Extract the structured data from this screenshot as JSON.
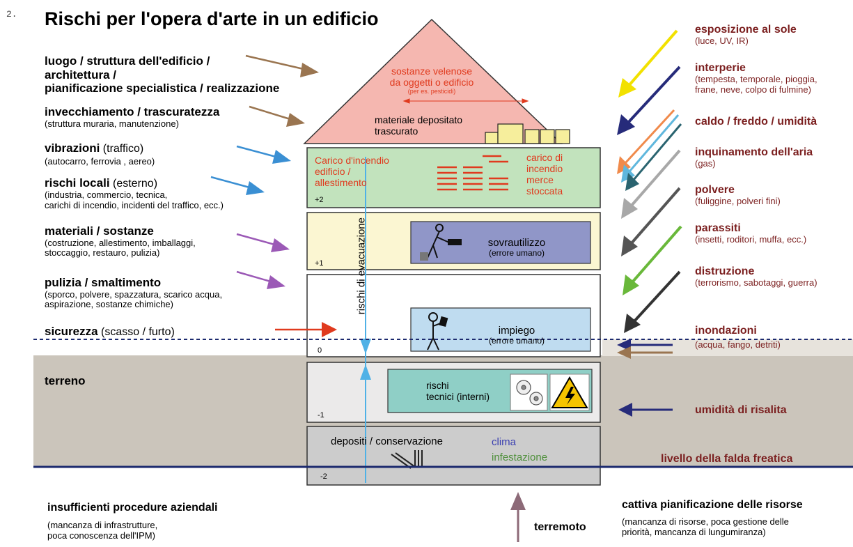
{
  "figure_number": "2.",
  "title": "Rischi per l'opera d'arte in un edificio",
  "left_labels": [
    {
      "head": "luogo / struttura dell'edificio /",
      "lines": [
        "architettura /",
        "pianificazione specialistica / realizzazione"
      ],
      "sub": []
    },
    {
      "head": "invecchiamento / trascuratezza",
      "lines": [],
      "sub": [
        "(struttura muraria, manutenzione)"
      ]
    },
    {
      "head": "vibrazioni",
      "head_rest": " (traffico)",
      "lines": [],
      "sub": [
        "(autocarro, ferrovia , aereo)"
      ]
    },
    {
      "head": "rischi locali",
      "head_rest": " (esterno)",
      "lines": [],
      "sub": [
        "(industria, commercio, tecnica,",
        "carichi di incendio, incidenti del traffico, ecc.)"
      ]
    },
    {
      "head": "materiali / sostanze",
      "lines": [],
      "sub": [
        "(costruzione, allestimento, imballaggi,",
        "stoccaggio, restauro, pulizia)"
      ]
    },
    {
      "head": "pulizia / smaltimento",
      "lines": [],
      "sub": [
        "(sporco, polvere, spazzatura, scarico acqua,",
        "aspirazione,  sostanze chimiche)"
      ]
    },
    {
      "head": "sicurezza",
      "head_rest": " (scasso / furto)",
      "lines": [],
      "sub": []
    }
  ],
  "right_labels": [
    {
      "head": "esposizione al sole",
      "sub": [
        "(luce, UV, IR)"
      ]
    },
    {
      "head": "interperie",
      "sub": [
        "(tempesta, temporale, pioggia,",
        "frane, neve, colpo di fulmine)"
      ]
    },
    {
      "head": "caldo / freddo / umidità",
      "sub": []
    },
    {
      "head": "inquinamento dell'aria",
      "sub": [
        "(gas)"
      ]
    },
    {
      "head": "polvere",
      "sub": [
        "(fuliggine, polveri fini)"
      ]
    },
    {
      "head": "parassiti",
      "sub": [
        "(insetti, roditori, muffa, ecc.)"
      ]
    },
    {
      "head": "distruzione",
      "sub": [
        "(terrorismo, sabotaggi, guerra)"
      ]
    },
    {
      "head": "inondazioni",
      "sub": [
        "(acqua, fango, detriti)"
      ]
    },
    {
      "head": "umidità di risalita",
      "sub": []
    },
    {
      "head": "livello della falda freatica",
      "sub": []
    }
  ],
  "roof": {
    "toxic": [
      "sostanze velenose",
      "da oggetti o edificio"
    ],
    "toxic_note": "(per es. pesticidi)",
    "deposit": [
      "materiale depositato",
      "trascurato"
    ]
  },
  "floors": {
    "f2": {
      "level": "+2",
      "fire_left": [
        "Carico d'incendio",
        "edificio /",
        "allestimento"
      ],
      "fire_right": [
        "carico di",
        "incendio",
        "merce",
        "stoccata"
      ]
    },
    "f1": {
      "level": "+1",
      "box": [
        "sovrautilizzo",
        "(errore umano)"
      ]
    },
    "f0": {
      "level": "0",
      "box": [
        "impiego",
        "(errore umano)"
      ]
    },
    "fm1": {
      "level": "-1",
      "box": [
        "rischi",
        "tecnici (interni)"
      ]
    },
    "fm2": {
      "level": "-2",
      "storage": "depositi / conservazione",
      "clima": "clima",
      "infest": "infestazione"
    }
  },
  "evacuation": "rischi di evacuazione",
  "ground": "terreno",
  "bottom": {
    "left_head": "insufficienti procedure aziendali",
    "left_sub": [
      "(mancanza di infrastrutture,",
      "poca conoscenza dell'IPM)"
    ],
    "center": "terremoto",
    "right_head": "cattiva pianificazione delle risorse",
    "right_sub": [
      "(mancanza di risorse, poca gestione delle",
      "priorità, mancanza di lungumiranza)"
    ]
  },
  "colors": {
    "roof": "#f5b7b0",
    "floor2": "#c2e3bd",
    "floor1": "#fbf6d2",
    "floor0": "#ffffff",
    "box_blue": "#9096c8",
    "box_light": "#bfdcf0",
    "box_teal": "#8fcfc6",
    "ground": "#cbc5bb",
    "title_red": "#7b1f1f",
    "fire_red": "#e03a1e"
  }
}
